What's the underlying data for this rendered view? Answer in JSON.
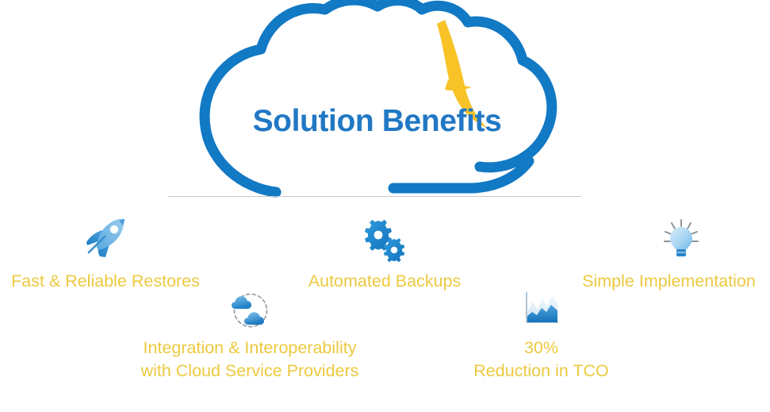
{
  "header": {
    "title": "Solution Benefits",
    "icon": "cloud-outline-icon",
    "accent_icon": "lightning-swoosh-icon"
  },
  "colors": {
    "cloud_blue": "#1279c4",
    "title_blue": "#2178c4",
    "accent_yellow": "#f7c327",
    "label_gold": "#ecc93f",
    "divider_gray": "#c9c9c9",
    "background": "#ffffff"
  },
  "divider": {
    "present": true
  },
  "benefits": [
    {
      "id": "restores",
      "icon": "rocket-icon",
      "lines": [
        "Fast & Reliable Restores"
      ]
    },
    {
      "id": "backups",
      "icon": "gears-icon",
      "lines": [
        "Automated Backups"
      ]
    },
    {
      "id": "implementation",
      "icon": "lightbulb-icon",
      "lines": [
        "Simple Implementation"
      ]
    },
    {
      "id": "integration",
      "icon": "cloud-sync-icon",
      "lines": [
        "Integration & Interoperability",
        "with Cloud Service Providers"
      ]
    },
    {
      "id": "tco",
      "icon": "area-chart-icon",
      "lines": [
        "30%",
        "Reduction in TCO"
      ]
    }
  ]
}
